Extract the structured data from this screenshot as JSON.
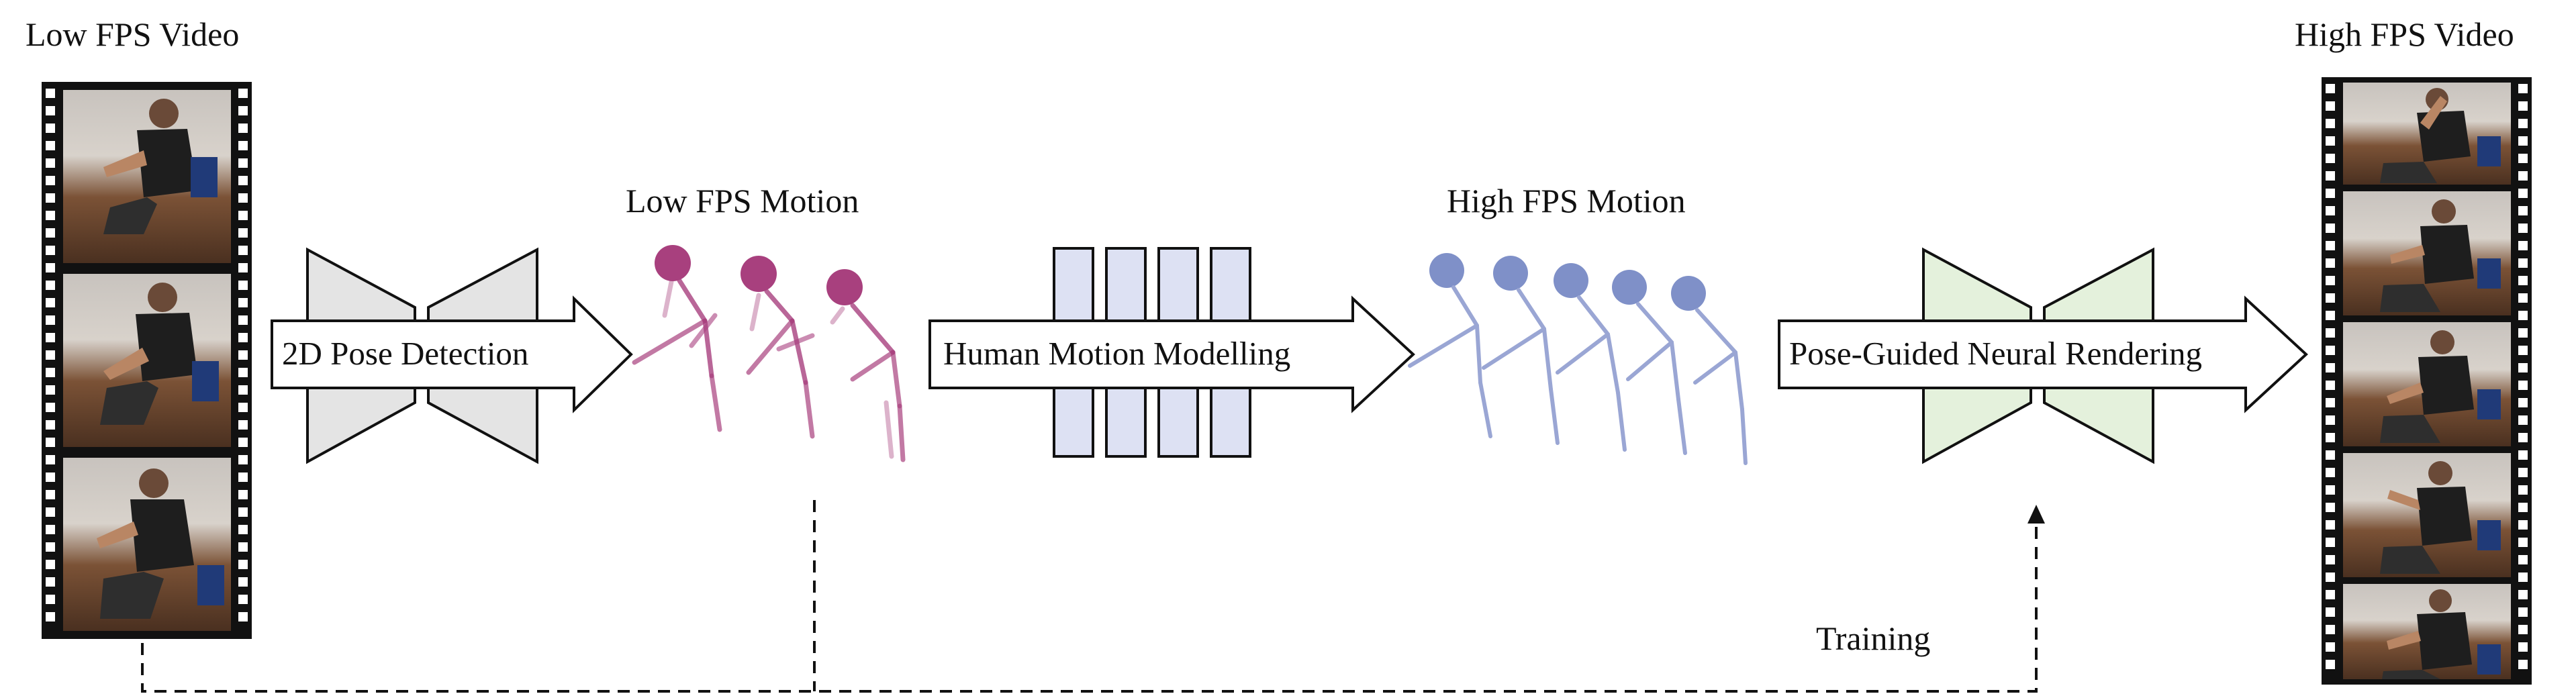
{
  "titles": {
    "left": "Low FPS Video",
    "right": "High FPS Video",
    "low_motion": "Low FPS Motion",
    "high_motion": "High FPS Motion"
  },
  "stages": {
    "pose_detection": "2D Pose Detection",
    "motion_modelling": "Human Motion Modelling",
    "neural_rendering": "Pose-Guided Neural Rendering"
  },
  "training_label": "Training",
  "colors": {
    "arrow_stroke": "#111111",
    "encoder_fill_gray": "#e4e4e4",
    "motion_block_fill": "#dde1f3",
    "renderer_fill": "#e4f1dc",
    "low_fps_pose": "#a8407e",
    "high_fps_pose": "#7f90c8"
  },
  "icons": {
    "low_video": "film-strip-icon",
    "high_video": "film-strip-icon",
    "low_motion": "stick-figure-pose-icon",
    "high_motion": "stick-figure-pose-icon"
  }
}
